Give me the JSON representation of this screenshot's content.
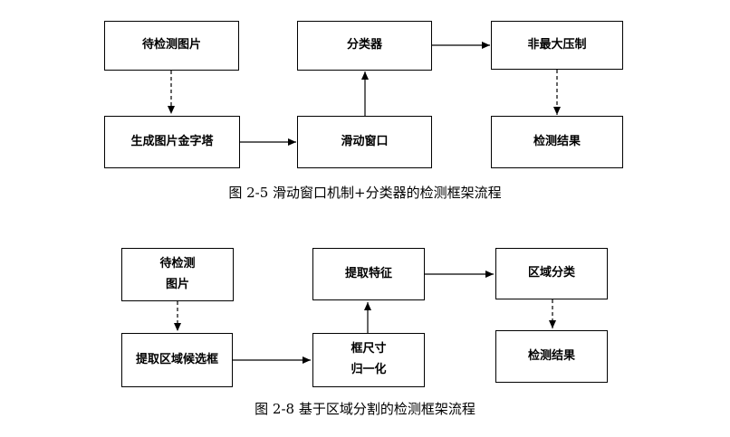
{
  "diagram_top": {
    "nodes": {
      "input": "待检测图片",
      "pyramid": "生成图片金字塔",
      "window": "滑动窗口",
      "classifier": "分类器",
      "nms": "非最大压制",
      "result": "检测结果"
    },
    "caption": "图 2-5 滑动窗口机制+分类器的检测框架流程"
  },
  "diagram_bottom": {
    "nodes": {
      "input_line1": "待检测",
      "input_line2": "图片",
      "proposal": "提取区域候选框",
      "resize_line1": "框尺寸",
      "resize_line2": "归一化",
      "features": "提取特征",
      "classify": "区域分类",
      "result": "检测结果"
    },
    "caption": "图 2-8 基于区域分割的检测框架流程"
  },
  "colors": {
    "line": "#000000",
    "background": "#ffffff"
  }
}
